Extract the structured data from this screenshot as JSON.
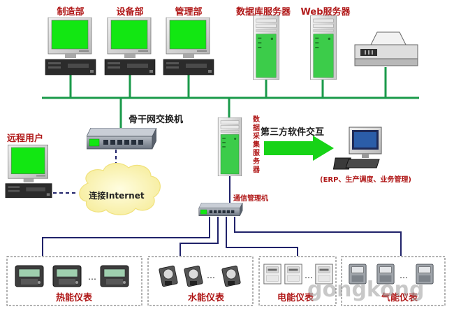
{
  "departments": [
    {
      "label": "制造部"
    },
    {
      "label": "设备部"
    },
    {
      "label": "管理部"
    }
  ],
  "servers": [
    {
      "label": "数据库服务器"
    },
    {
      "label": "Web服务器"
    }
  ],
  "backbone_switch": {
    "label": "骨干网交换机"
  },
  "data_server": {
    "label": "数据采集服务器"
  },
  "third_party": {
    "label": "第三方软件交互",
    "sub": "(ERP、生产调度、业务管理)"
  },
  "remote_user": {
    "label": "远程用户"
  },
  "internet": {
    "label": "连接Internet"
  },
  "comm_switch": {
    "label": "通信管理机"
  },
  "meter_groups": [
    {
      "label": "热能仪表"
    },
    {
      "label": "水能仪表"
    },
    {
      "label": "电能仪表"
    },
    {
      "label": "气能仪表"
    }
  ],
  "ellipsis": "…",
  "watermark": "gongkong",
  "colors": {
    "backbone_line": "#1a9a4a",
    "field_line": "#20226a",
    "screen_green": "#12e712",
    "server_green": "#3ccc4a",
    "label_red": "#b01818",
    "arrow_green": "#17d317"
  }
}
